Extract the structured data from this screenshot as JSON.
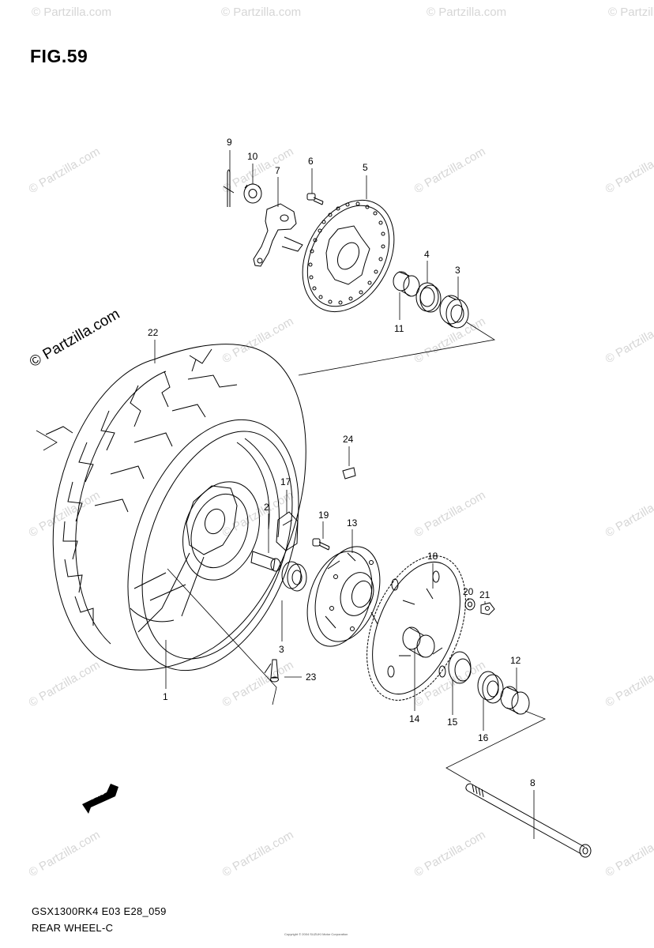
{
  "figure": {
    "title": "FIG.59",
    "model_code": "GSX1300RK4 E03 E28_059",
    "name": "REAR WHEEL-C",
    "copyright_note": "Copyright © 2004 SUZUKI Motor Corporation"
  },
  "watermark": {
    "text": "© Partzilla.com",
    "color": "#d6d6d6"
  },
  "fwd_label": "FWD",
  "callouts": [
    "1",
    "2",
    "3",
    "3",
    "4",
    "5",
    "6",
    "7",
    "8",
    "9",
    "10",
    "11",
    "12",
    "13",
    "14",
    "15",
    "16",
    "17",
    "18",
    "19",
    "20",
    "21",
    "22",
    "23",
    "24"
  ]
}
